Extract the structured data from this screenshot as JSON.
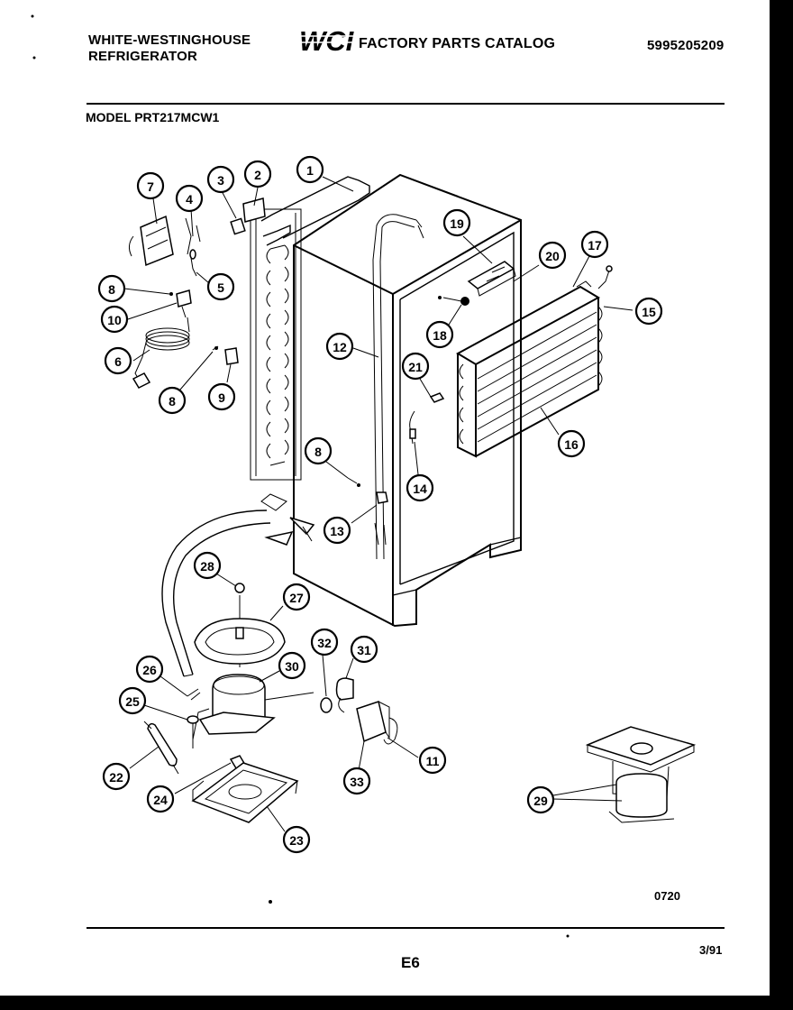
{
  "header": {
    "brand_line1": "WHITE-WESTINGHOUSE",
    "brand_line2": "REFRIGERATOR",
    "logo_text": "WCI",
    "catalog_title": "FACTORY PARTS CATALOG",
    "catalog_number": "5995205209"
  },
  "model_line": "MODEL PRT217MCW1",
  "footer": {
    "diagram_code": "0720",
    "page_label": "E6",
    "date": "3/91"
  },
  "callouts": [
    "1",
    "2",
    "3",
    "4",
    "5",
    "6",
    "7",
    "8",
    "8",
    "8",
    "9",
    "10",
    "11",
    "12",
    "13",
    "14",
    "15",
    "16",
    "17",
    "18",
    "19",
    "20",
    "21",
    "22",
    "23",
    "24",
    "25",
    "26",
    "27",
    "28",
    "29",
    "30",
    "31",
    "32",
    "33"
  ]
}
